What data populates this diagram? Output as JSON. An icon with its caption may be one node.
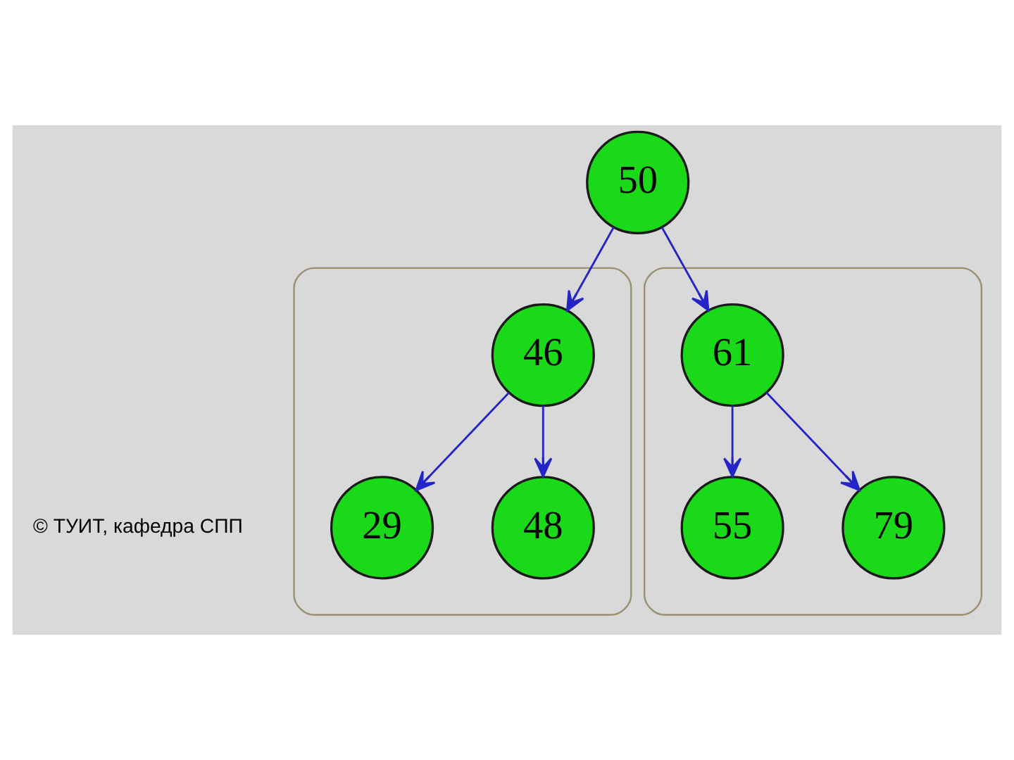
{
  "diagram": {
    "nodes": [
      {
        "text": [
          "50"
        ]
      },
      {
        "text": [],
        "shape": "ellipse"
      },
      {
        "text": [
          "46"
        ],
        "in": 1
      },
      {
        "text": [
          "29"
        ],
        "in": 1
      },
      {
        "text": [
          "48"
        ],
        "in": 1
      },
      {
        "text": [],
        "shape": "ellipse"
      },
      {
        "text": [
          "61"
        ],
        "in": 5
      },
      {
        "text": [
          "55"
        ],
        "in": 5
      },
      {
        "text": [
          "79"
        ],
        "in": 5
      }
    ],
    "edges": [
      {
        "from": 0,
        "to": 2,
        "arrow": "to"
      },
      {
        "from": 0,
        "to": 6,
        "arrow": "to"
      },
      {
        "from": 2,
        "to": 3,
        "arrow": "to"
      },
      {
        "from": 2,
        "to": 4,
        "arrow": "to"
      },
      {
        "from": 6,
        "to": 7,
        "arrow": "to"
      },
      {
        "from": 6,
        "to": 8,
        "arrow": "to"
      }
    ],
    "labels": [
      "© ТУИТ, кафедра СПП"
    ]
  }
}
